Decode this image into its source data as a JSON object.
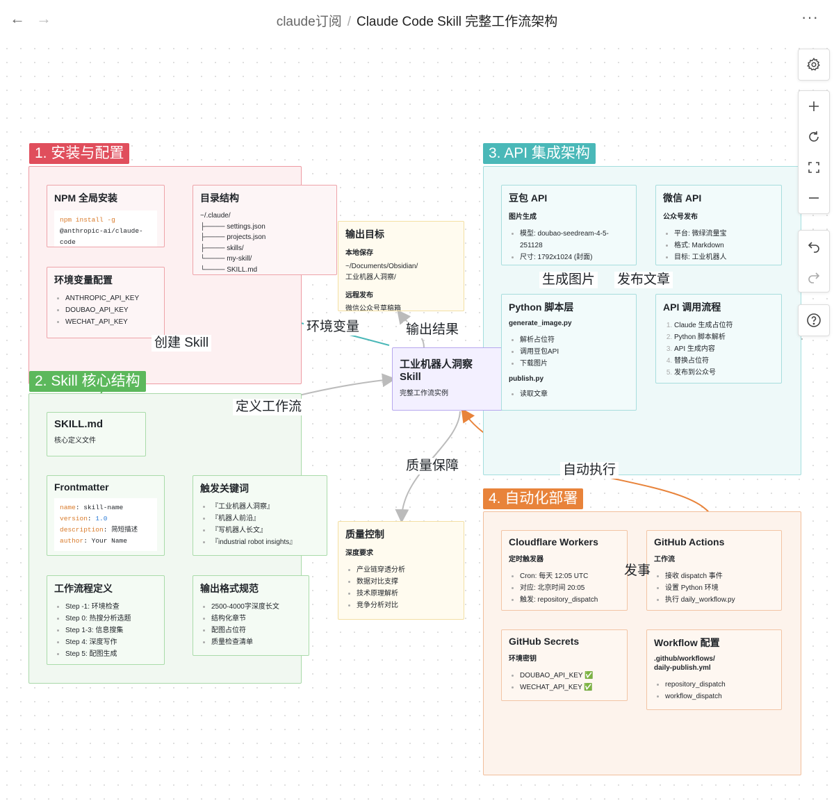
{
  "header": {
    "breadcrumb_parent": "claude订阅",
    "breadcrumb_sep": "/",
    "breadcrumb_current": "Claude Code Skill 完整工作流架构",
    "more_label": "···"
  },
  "groups": {
    "install": "1. 安装与配置",
    "skill_core": "2. Skill 核心结构",
    "api": "3. API 集成架构",
    "automation": "4. 自动化部署"
  },
  "cards": {
    "npm": {
      "title": "NPM 全局安装",
      "code1": "npm install -g",
      "code2": "@anthropic-ai/claude-",
      "code3": "code"
    },
    "dir": {
      "title": "目录结构",
      "lines": [
        "~/.claude/",
        "├──── settings.json",
        "├──── projects.json",
        "├──── skills/",
        "└──── my-skill/",
        "└──── SKILL.md"
      ]
    },
    "env": {
      "title": "环境变量配置",
      "items": [
        "ANTHROPIC_API_KEY",
        "DOUBAO_API_KEY",
        "WECHAT_API_KEY"
      ]
    },
    "output_target": {
      "title": "输出目标",
      "sub1": "本地保存",
      "lines1": [
        "~/Documents/Obsidian/",
        "工业机器人洞察/"
      ],
      "sub2": "远程发布",
      "lines2": [
        "微信公众号草稿箱"
      ]
    },
    "main": {
      "title": "工业机器人洞察 Skill",
      "sub": "完整工作流实例"
    },
    "skillmd": {
      "title": "SKILL.md",
      "sub": "核心定义文件"
    },
    "frontmatter": {
      "title": "Frontmatter",
      "k1": "name",
      "v1": "skill-name",
      "k2": "version",
      "v2": "1.0",
      "k3": "description",
      "v3": "简短描述",
      "k4": "author",
      "v4": "Your Name"
    },
    "triggers": {
      "title": "触发关键词",
      "items": [
        "『工业机器人洞察』",
        "『机器人前沿』",
        "『写机器人长文』",
        "『industrial robot insights』"
      ]
    },
    "workflow_def": {
      "title": "工作流程定义",
      "items": [
        "Step -1: 环境检查",
        "Step 0: 热搜分析选题",
        "Step 1-3: 信息搜集",
        "Step 4: 深度写作",
        "Step 5: 配图生成"
      ]
    },
    "output_format": {
      "title": "输出格式规范",
      "items": [
        "2500-4000字深度长文",
        "结构化章节",
        "配图占位符",
        "质量检查清单"
      ]
    },
    "quality": {
      "title": "质量控制",
      "sub": "深度要求",
      "items": [
        "产业链穿透分析",
        "数据对比支撑",
        "技术原理解析",
        "竞争分析对比"
      ]
    },
    "doubao": {
      "title": "豆包 API",
      "sub": "图片生成",
      "items": [
        "模型: doubao-seedream-4-5-251128",
        "尺寸: 1792x1024 (封面)"
      ]
    },
    "wechat": {
      "title": "微信 API",
      "sub": "公众号发布",
      "items": [
        "平台: 微绿流量宝",
        "格式: Markdown",
        "目标: 工业机器人"
      ]
    },
    "python": {
      "title": "Python 脚本层",
      "sub1": "generate_image.py",
      "items1": [
        "解析占位符",
        "调用豆包API",
        "下载图片"
      ],
      "sub2": "publish.py",
      "items2": [
        "读取文章"
      ]
    },
    "api_flow": {
      "title": "API 调用流程",
      "items": [
        "Claude 生成占位符",
        "Python 脚本解析",
        "API 生成内容",
        "替换占位符",
        "发布到公众号"
      ]
    },
    "cloudflare": {
      "title": "Cloudflare Workers",
      "sub": "定时触发器",
      "items": [
        "Cron: 每天 12:05 UTC",
        "对应: 北京时间 20:05",
        "触发: repository_dispatch"
      ]
    },
    "gh_actions": {
      "title": "GitHub Actions",
      "sub": "工作流",
      "items": [
        "接收 dispatch 事件",
        "设置 Python 环境",
        "执行 daily_workflow.py"
      ]
    },
    "gh_secrets": {
      "title": "GitHub Secrets",
      "sub": "环境密钥",
      "items": [
        "DOUBAO_API_KEY ✅",
        "WECHAT_API_KEY ✅"
      ]
    },
    "workflow_cfg": {
      "title": "Workflow 配置",
      "sub1": ".github/workflows/",
      "sub2": "daily-publish.yml",
      "items": [
        "repository_dispatch",
        "workflow_dispatch"
      ]
    }
  },
  "edge_labels": {
    "create_skill": "创建 Skill",
    "env_var": "环境变量",
    "output_result": "输出结果",
    "define_workflow": "定义工作流",
    "gen_image": "生成图片",
    "publish_article": "发布文章",
    "quality_assure": "质量保障",
    "auto_exec": "自动执行",
    "trigger_partial": "发事"
  },
  "colors": {
    "install": "#e04e5c",
    "skill_core": "#5cb85c",
    "api": "#4ab8b8",
    "automation": "#e8833a",
    "main_node": "#b6a7ee"
  },
  "toolbar": {
    "settings": "gear-icon",
    "zoom_in": "plus-icon",
    "reset": "refresh-icon",
    "fit": "fit-screen-icon",
    "zoom_out": "minus-icon",
    "undo": "undo-icon",
    "redo": "redo-icon",
    "help": "help-icon"
  }
}
